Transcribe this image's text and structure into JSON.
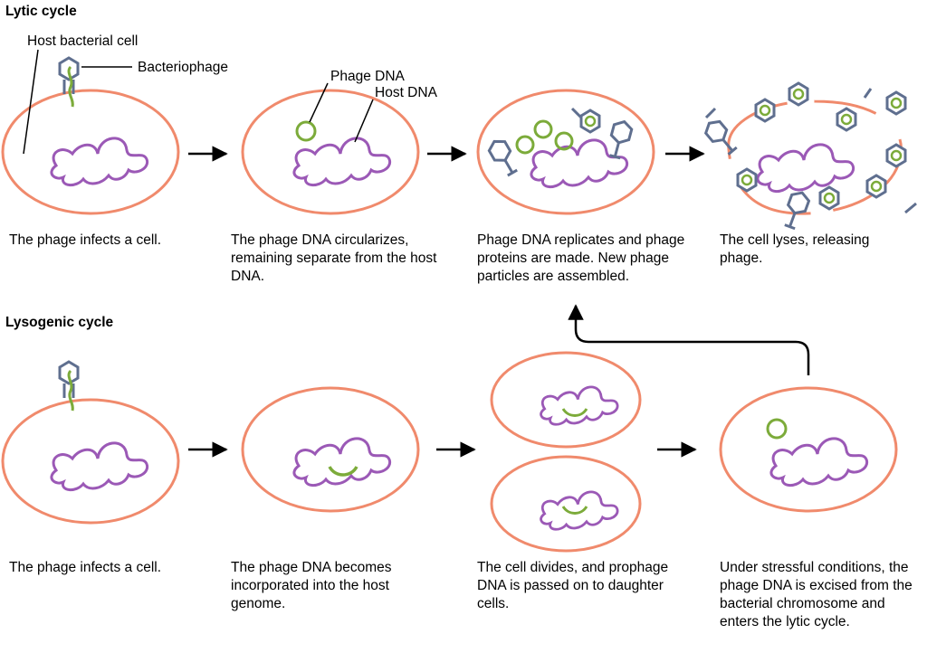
{
  "lytic": {
    "heading": "Lytic cycle",
    "labels": {
      "host_cell": "Host bacterial cell",
      "bacteriophage": "Bacteriophage",
      "phage_dna": "Phage DNA",
      "host_dna": "Host DNA"
    },
    "steps": [
      {
        "caption": "The phage infects a cell."
      },
      {
        "caption": "The phage DNA circularizes, remaining separate from the host DNA."
      },
      {
        "caption": "Phage DNA replicates and phage proteins are made. New phage particles are assembled."
      },
      {
        "caption": "The cell lyses, releasing phage."
      }
    ]
  },
  "lysogenic": {
    "heading": "Lysogenic cycle",
    "steps": [
      {
        "caption": "The phage infects a cell."
      },
      {
        "caption": "The phage DNA becomes incorporated into the host genome."
      },
      {
        "caption": "The cell divides, and prophage DNA is passed on to daughter cells."
      },
      {
        "caption": "Under stressful conditions, the phage DNA is excised from the bacterial chromosome and enters the lytic cycle."
      }
    ]
  },
  "colors": {
    "cell_membrane": "#f08a6c",
    "host_dna": "#9b59b6",
    "phage_dna": "#7cab3a",
    "phage_capsid": "#5f6f8f"
  }
}
